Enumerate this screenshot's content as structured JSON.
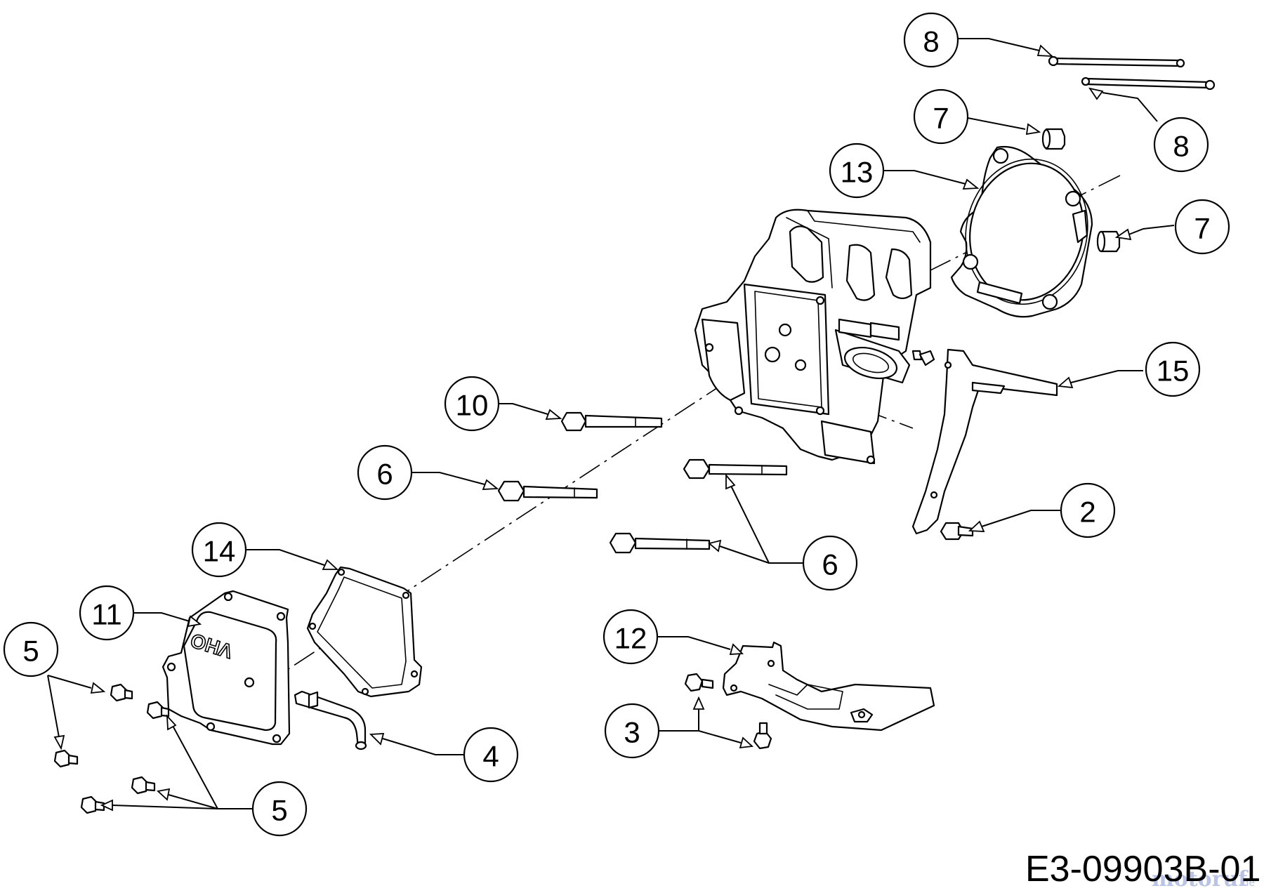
{
  "diagram": {
    "document_code": "E3-09903B-01",
    "watermark": "motoruf",
    "watermark_suffix": ".de",
    "cover_marking": "OHV",
    "callouts": [
      {
        "id": "c8a",
        "label": "8"
      },
      {
        "id": "c8b",
        "label": "8"
      },
      {
        "id": "c7a",
        "label": "7"
      },
      {
        "id": "c7b",
        "label": "7"
      },
      {
        "id": "c13",
        "label": "13"
      },
      {
        "id": "c15",
        "label": "15"
      },
      {
        "id": "c10",
        "label": "10"
      },
      {
        "id": "c6a",
        "label": "6"
      },
      {
        "id": "c6b",
        "label": "6"
      },
      {
        "id": "c2",
        "label": "2"
      },
      {
        "id": "c14",
        "label": "14"
      },
      {
        "id": "c11",
        "label": "11"
      },
      {
        "id": "c5a",
        "label": "5"
      },
      {
        "id": "c5b",
        "label": "5"
      },
      {
        "id": "c12",
        "label": "12"
      },
      {
        "id": "c3",
        "label": "3"
      },
      {
        "id": "c4",
        "label": "4"
      }
    ]
  }
}
